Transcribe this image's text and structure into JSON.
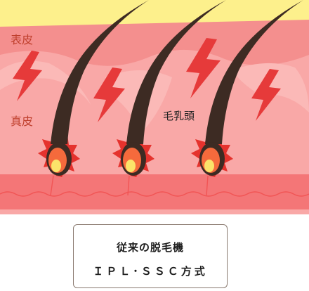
{
  "labels": {
    "epidermis": "表皮",
    "dermis": "真皮",
    "papilla": "毛乳頭"
  },
  "caption": {
    "line1": "従来の脱毛機",
    "line2": "ＩＰＬ･ＳＳＣ方式"
  },
  "colors": {
    "surface": "#fdf08c",
    "epidermis": "#f48f8e",
    "dermis": "#f9a8a7",
    "dermis_bump": "#fbb9b7",
    "deep_band": "#f47677",
    "lightning": "#e63a3a",
    "hair": "#3d2b23",
    "burst": "#e5322d",
    "papilla_outer": "#f56a3c",
    "papilla_inner": "#fbe36a",
    "wave_line": "#f15555",
    "caption_border": "#8a7a70"
  },
  "icons": [
    "lightning-bolt-icon",
    "heat-burst-icon"
  ]
}
